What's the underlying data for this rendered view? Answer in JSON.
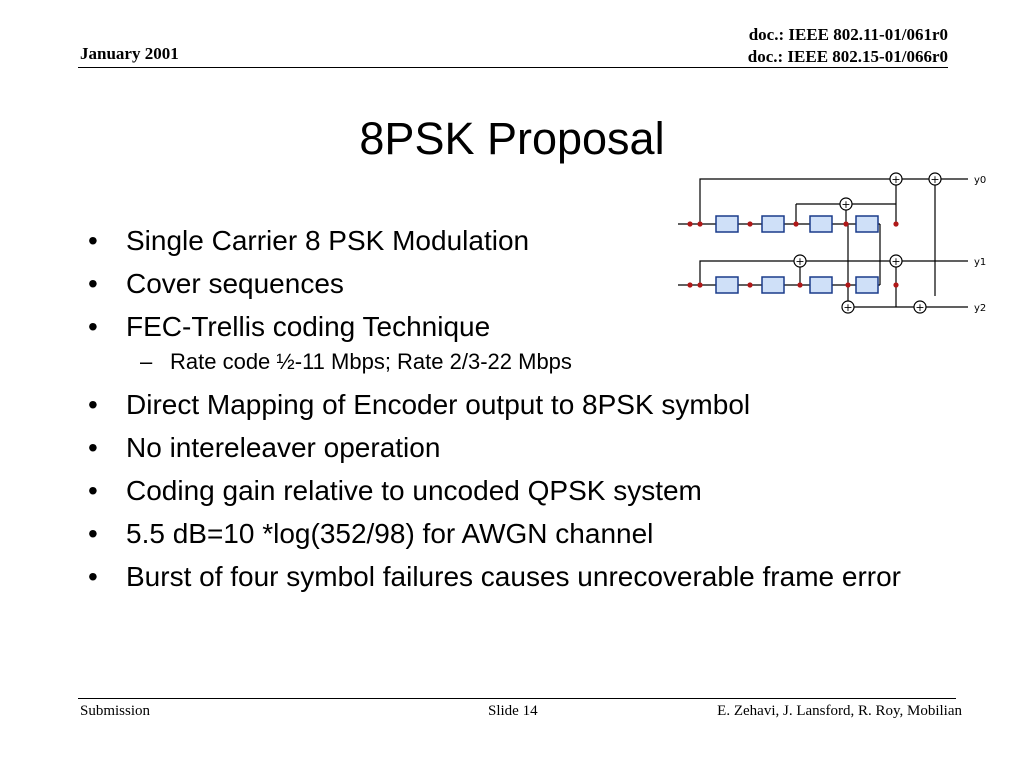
{
  "header": {
    "date": "January 2001",
    "doc_ids": [
      "doc.: IEEE 802.11-01/061r0",
      "doc.: IEEE 802.15-01/066r0"
    ]
  },
  "slide": {
    "title": "8PSK Proposal",
    "bullets": [
      {
        "level": 1,
        "text": "Single Carrier 8  PSK Modulation"
      },
      {
        "level": 1,
        "text": "Cover sequences"
      },
      {
        "level": 1,
        "text": "FEC-Trellis coding Technique"
      },
      {
        "level": 2,
        "text": "Rate code ½-11 Mbps;  Rate 2/3-22 Mbps"
      },
      {
        "level": 1,
        "text": "Direct Mapping of Encoder output to 8PSK symbol"
      },
      {
        "level": 1,
        "text": "No intereleaver operation"
      },
      {
        "level": 1,
        "text": "Coding gain relative to uncoded QPSK system"
      },
      {
        "level": 1,
        "text": "5.5 dB=10 *log(352/98) for AWGN channel"
      },
      {
        "level": 1,
        "text": "Burst of four symbol failures causes unrecoverable frame error"
      }
    ]
  },
  "diagram": {
    "outputs": [
      "y0",
      "y1",
      "y2"
    ],
    "adder_symbol": "+",
    "colors": {
      "register_fill": "#cfe0f8",
      "register_stroke": "#1a3b8a",
      "tap_dot": "#b01818"
    }
  },
  "footer": {
    "left": "Submission",
    "center": "Slide 14",
    "right": "E. Zehavi, J. Lansford, R. Roy, Mobilian"
  }
}
